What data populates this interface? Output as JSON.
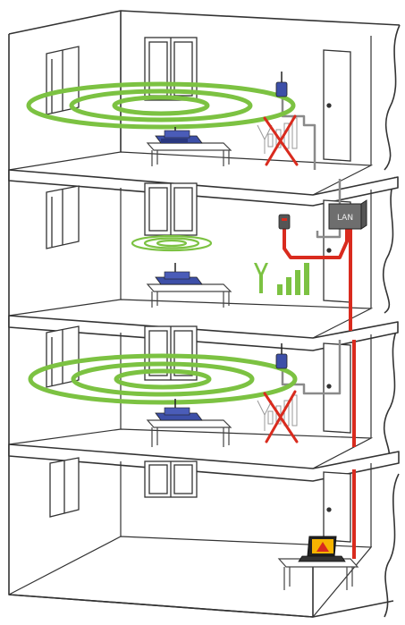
{
  "diagram": {
    "colors": {
      "wifi_ring": "#7cc242",
      "cable_red": "#d92b1e",
      "cable_gray": "#8a8a8a",
      "router_blue": "#3d4fa8",
      "lan_box": "#6e6e6e",
      "warning_bg": "#f6b400",
      "warning_triangle": "#d92b1e"
    },
    "floors": [
      {
        "floor": 4,
        "router": "router-icon",
        "signal": "wide",
        "repeater": "wall-adapter-icon",
        "signal_bars": "crossed-out"
      },
      {
        "floor": 3,
        "router": "router-icon",
        "signal": "weak",
        "lan_box": "lan-box",
        "signal_bars": "full"
      },
      {
        "floor": 2,
        "router": "router-icon",
        "signal": "wide",
        "repeater": "wall-adapter-icon",
        "signal_bars": "crossed-out"
      },
      {
        "floor": 1,
        "device": "laptop-icon",
        "alert": "warning-icon"
      }
    ],
    "lan_box_label": "LAN"
  }
}
